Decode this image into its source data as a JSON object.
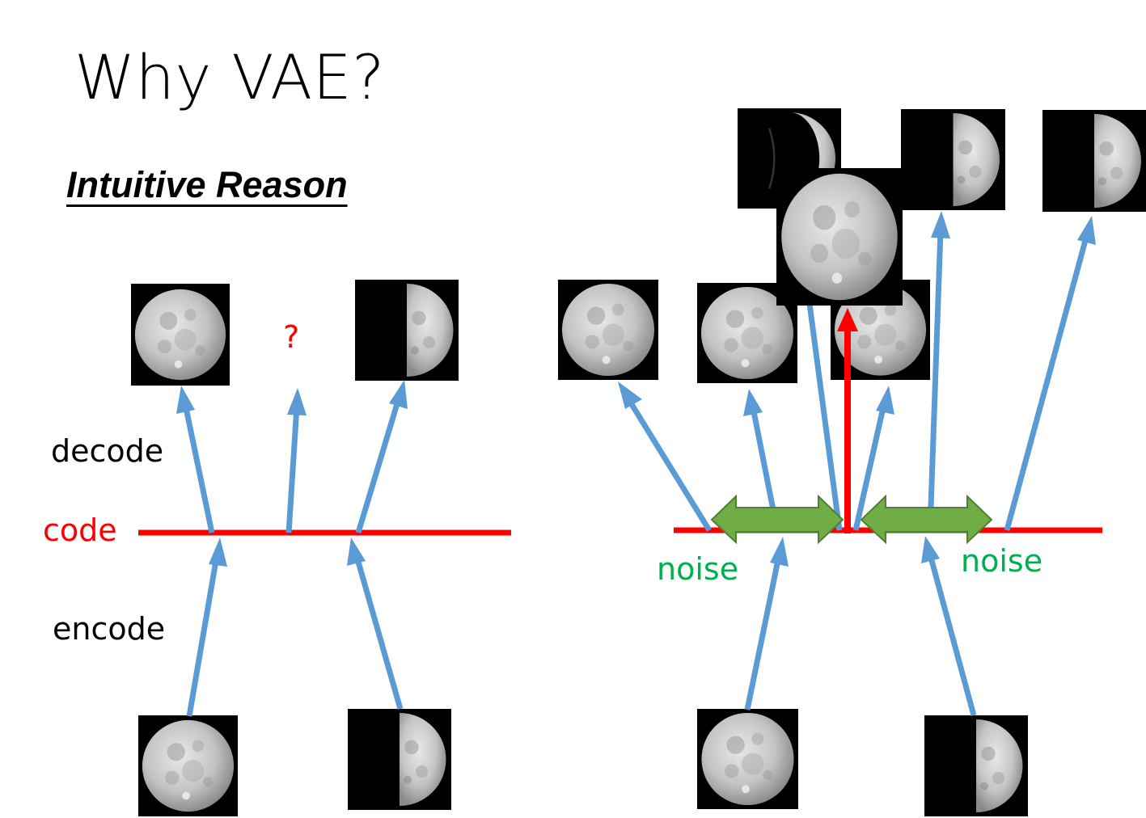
{
  "slide": {
    "title": "Why VAE?",
    "subtitle": "Intuitive Reason"
  },
  "left_panel": {
    "decode_label": "decode",
    "code_label": "code",
    "encode_label": "encode",
    "question_mark": "?"
  },
  "right_panel": {
    "noise_label_left": "noise",
    "noise_label_right": "noise"
  },
  "colors": {
    "arrow_blue": "#5b9bd5",
    "code_red": "#ff0000",
    "noise_green": "#00b050",
    "double_arrow_fill": "#70ad47",
    "double_arrow_stroke": "#507e32",
    "moon_background": "#000000"
  },
  "icons": [
    "full-moon-image",
    "half-moon-image",
    "double-headed-arrow"
  ]
}
